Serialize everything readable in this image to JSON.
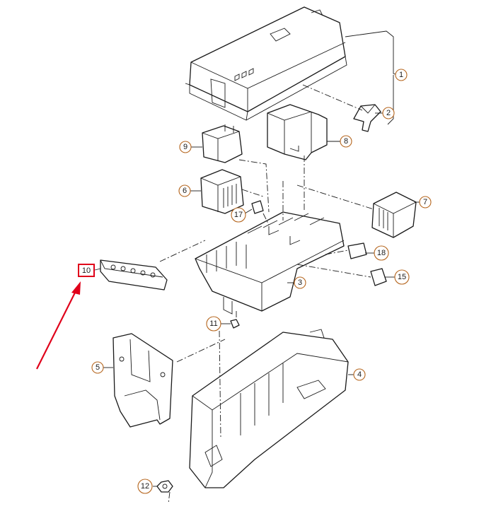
{
  "callouts": {
    "c1": "1",
    "c2": "2",
    "c3": "3",
    "c4": "4",
    "c5": "5",
    "c6": "6",
    "c7": "7",
    "c8": "8",
    "c9": "9",
    "c10": "10",
    "c11": "11",
    "c12": "12",
    "c15": "15",
    "c17": "17",
    "c18": "18"
  },
  "colors": {
    "callout_ring": "#b5651d",
    "highlight": "#e0001a",
    "arrow": "#e0001a",
    "line": "#1a1a1a"
  },
  "highlighted_part": "10"
}
